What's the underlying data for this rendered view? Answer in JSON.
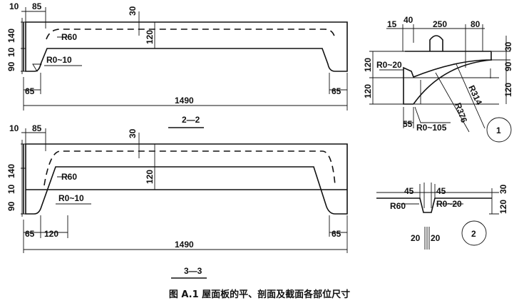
{
  "section_2_2": {
    "label": "2—2",
    "dims": {
      "d10": "10",
      "d85": "85",
      "d30": "30",
      "d140": "140",
      "d10b": "10",
      "d90": "90",
      "d120": "120",
      "d65l": "65",
      "d65r": "65",
      "d1490": "1490"
    },
    "radii": {
      "r60": "R60",
      "r0_10": "R0~10"
    }
  },
  "section_3_3": {
    "label": "3—3",
    "dims": {
      "d10": "10",
      "d85": "85",
      "d30": "30",
      "d140": "140",
      "d10b": "10",
      "d90": "90",
      "d120": "120",
      "d65l": "65",
      "d120b": "120",
      "d65r": "65",
      "d1490": "1490"
    },
    "radii": {
      "r60": "R60",
      "r0_10": "R0~10"
    }
  },
  "detail_1": {
    "marker": "1",
    "dims": {
      "d15": "15",
      "d40": "40",
      "d250": "250",
      "d80": "80",
      "d30": "30",
      "d90": "90",
      "d120r": "120",
      "d120a": "120",
      "d120b": "120",
      "d55": "55"
    },
    "radii": {
      "r0_20": "R0~20",
      "r0_105": "R0~105",
      "r376": "R376",
      "r314": "R314"
    }
  },
  "detail_2": {
    "marker": "2",
    "dims": {
      "d45a": "45",
      "d45b": "45",
      "d30": "30",
      "d120": "120",
      "d20a": "20",
      "d20b": "20"
    },
    "radii": {
      "r60": "R60",
      "r0_20": "R0~20"
    }
  },
  "caption": "图 A.1   屋面板的平、剖面及截面各部位尺寸"
}
